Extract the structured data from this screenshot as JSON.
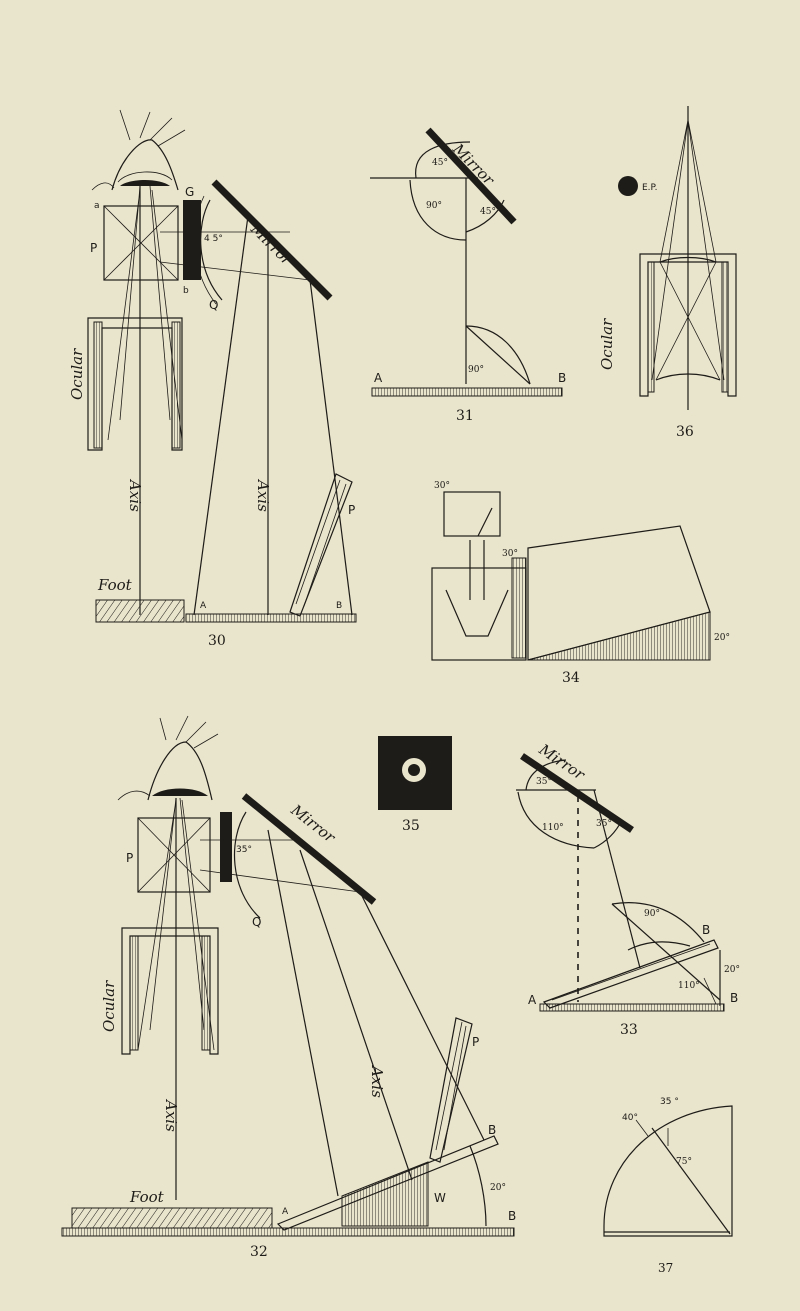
{
  "figures": {
    "fig30": {
      "number": "30",
      "labels": {
        "a": "a",
        "G": "G",
        "P": "P",
        "b": "b",
        "Q": "Q",
        "angle": "4 5°",
        "A": "A",
        "B": "B",
        "P2": "P"
      },
      "words": {
        "ocular": "Ocular",
        "axis": "Axis",
        "axis2": "Axis",
        "foot": "Foot",
        "mirror": "Mirror"
      }
    },
    "fig31": {
      "number": "31",
      "labels": {
        "a45": "45°",
        "a90top": "90°",
        "a45b": "45°",
        "a90bottom": "90°",
        "A": "A",
        "B": "B"
      },
      "words": {
        "mirror": "Mirror"
      }
    },
    "fig36": {
      "number": "36",
      "labels": {
        "ep": "E.P."
      },
      "words": {
        "ocular": "Ocular"
      }
    },
    "fig34": {
      "number": "34",
      "labels": {
        "a30top": "30°",
        "a30mid": "30°",
        "a20": "20°"
      }
    },
    "fig35": {
      "number": "35"
    },
    "fig32": {
      "number": "32",
      "labels": {
        "P": "P",
        "angle": "35°",
        "Q": "Q",
        "P2": "P",
        "B": "B",
        "W": "W",
        "A": "A",
        "a20": "20°",
        "B2": "B"
      },
      "words": {
        "ocular": "Ocular",
        "axis": "Axis",
        "axis2": "Axis",
        "foot": "Foot",
        "mirror": "Mirror"
      }
    },
    "fig33": {
      "number": "33",
      "labels": {
        "a35": "35°",
        "a110": "110°",
        "a35b": "35°",
        "a90": "90°",
        "a110b": "110°",
        "a20": "20°",
        "A": "A",
        "B": "B",
        "B2": "B"
      },
      "words": {
        "mirror": "Mirror"
      }
    },
    "fig37": {
      "number": "37",
      "labels": {
        "a35": "35 °",
        "a40": "40°",
        "a75": "75°"
      }
    }
  }
}
